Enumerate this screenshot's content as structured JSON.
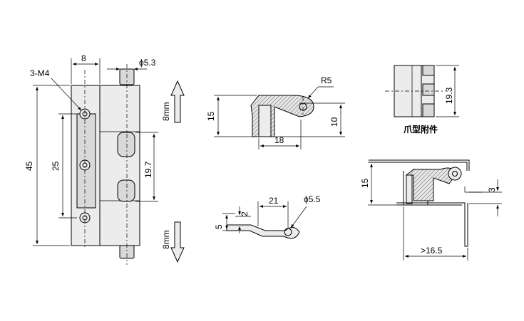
{
  "labels": {
    "thread": "3-M4",
    "width_top": "8",
    "pin_dia": "ϕ5.3",
    "travel_top": "8mm",
    "travel_bottom": "8mm",
    "height_total": "45",
    "hole_pitch": "25",
    "pin_gap": "19.7",
    "side_height": "15",
    "side_radius": "R5",
    "side_inner": "10",
    "side_depth": "18",
    "flat_offset": "2",
    "flat_height": "5",
    "flat_length": "21",
    "flat_hole_dia": "ϕ5.5",
    "attach_height": "19.3",
    "attach_name": "爪型附件",
    "assy_height": "15",
    "assy_gap": "3",
    "assy_reach": ">16.5"
  }
}
